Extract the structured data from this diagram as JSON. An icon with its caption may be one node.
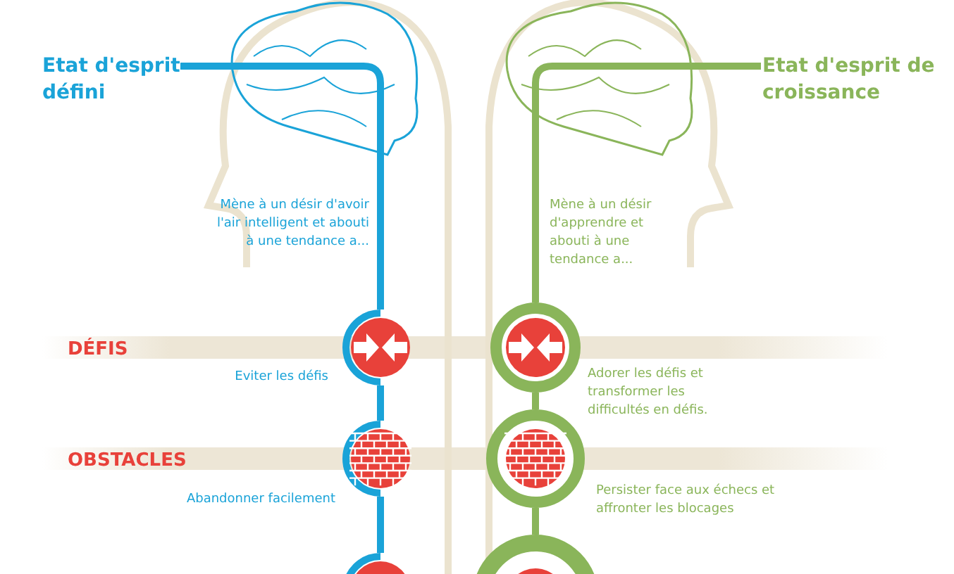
{
  "diagram": {
    "nodes": [
      {
        "text": [
          "Etat d'esprit défini"
        ]
      },
      {
        "text": [
          "Etat d'esprit de croissance"
        ]
      },
      {
        "text": [],
        "shape": "circle"
      },
      {
        "text": [],
        "shape": "circle"
      },
      {
        "text": [],
        "shape": "circle"
      },
      {
        "text": [],
        "shape": "circle"
      },
      {
        "text": [],
        "shape": "circle"
      },
      {
        "text": [],
        "shape": "circle"
      }
    ],
    "edges": [
      {
        "from": 0,
        "to": 2,
        "arrow": "none"
      },
      {
        "from": 2,
        "to": 3,
        "arrow": "none"
      },
      {
        "from": 3,
        "to": 4,
        "arrow": "none"
      },
      {
        "from": 1,
        "to": 5,
        "arrow": "none",
        "color": "#8ab55a"
      },
      {
        "from": 5,
        "to": 6,
        "arrow": "none",
        "color": "#8ab55a"
      },
      {
        "from": 6,
        "to": 7,
        "arrow": "none",
        "color": "#8ab55a"
      }
    ],
    "labels": [
      "Mène à un désir d'avoir l'air intelligent et abouti à une tendance a...",
      "Mène à un désir d'apprendre et abouti à une tendance a...",
      "DÉFIS",
      "Eviter les défis",
      "Adorer les défis et transformer les difficultés en défis.",
      "OBSTACLES",
      "Abandonner facilement",
      "Persister face aux échecs et affronter les blocages"
    ]
  }
}
